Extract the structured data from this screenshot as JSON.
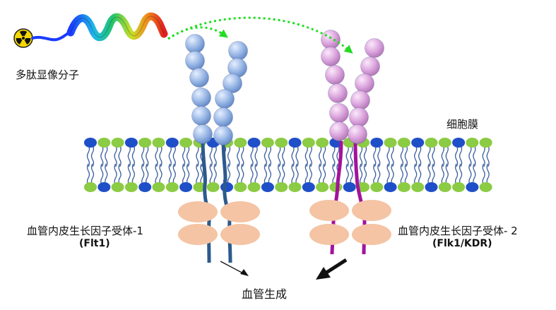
{
  "labels": {
    "peptide_probe": "多肽显像分子",
    "cell_membrane": "细胞膜",
    "receptor1_name": "血管内皮生长因子受体-1",
    "receptor1_alias": "(Flt1)",
    "receptor2_name": "血管内皮生长因子受体- 2",
    "receptor2_alias": "(Flk1/KDR)",
    "outcome": "血管生成"
  },
  "icons": {
    "radioactive": "radioactive-trefoil-icon",
    "peptide": "alpha-helix-ribbon",
    "arrow_thin": "thin-arrow-icon",
    "arrow_thick": "thick-arrow-icon"
  },
  "colors": {
    "receptor1_domain": "#8fb0e0",
    "receptor1_stalk": "#2c5a8c",
    "receptor2_domain": "#dba4dc",
    "receptor2_stalk": "#a3139a",
    "kinase_domain": "#f4c4a4",
    "lipid_head_blue": "#1f4fc8",
    "lipid_head_green": "#8ccb44",
    "lipid_tail": "#3a5f9e",
    "binding_arrow": "#22dd22",
    "radioactive_yellow": "#f5d800"
  }
}
